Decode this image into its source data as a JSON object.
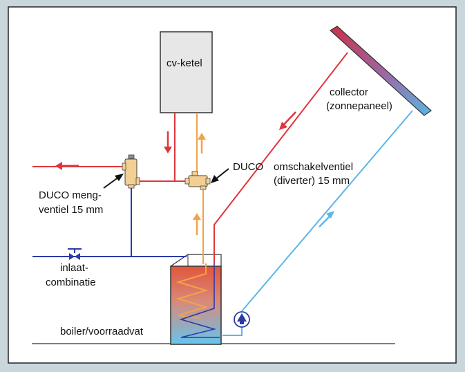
{
  "labels": {
    "cv_ketel": "cv-ketel",
    "collector_line1": "collector",
    "collector_line2": "(zonnepaneel)",
    "duco_diverter": "DUCO",
    "diverter_line1": "omschakelventiel",
    "diverter_line2": "(diverter) 15 mm",
    "mixing_line1": "DUCO meng-",
    "mixing_line2": "ventiel 15 mm",
    "inlet_line1": "inlaat-",
    "inlet_line2": "combinatie",
    "boiler": "boiler/voorraadvat"
  },
  "colors": {
    "hot": "#e0343c",
    "warm": "#f2a24a",
    "cold": "#2a3aa8",
    "solar_return": "#5ab6e6",
    "frame_bg": "#c9d7dd",
    "paper": "#ffffff",
    "ketel_fill": "#e6e7e6",
    "valve_fill": "#f3cf93"
  },
  "icons": {
    "pump": "pump-icon",
    "inlet_valve": "valve-icon",
    "mixing_valve": "mixing-valve-icon",
    "diverter_valve": "diverter-valve-icon"
  }
}
